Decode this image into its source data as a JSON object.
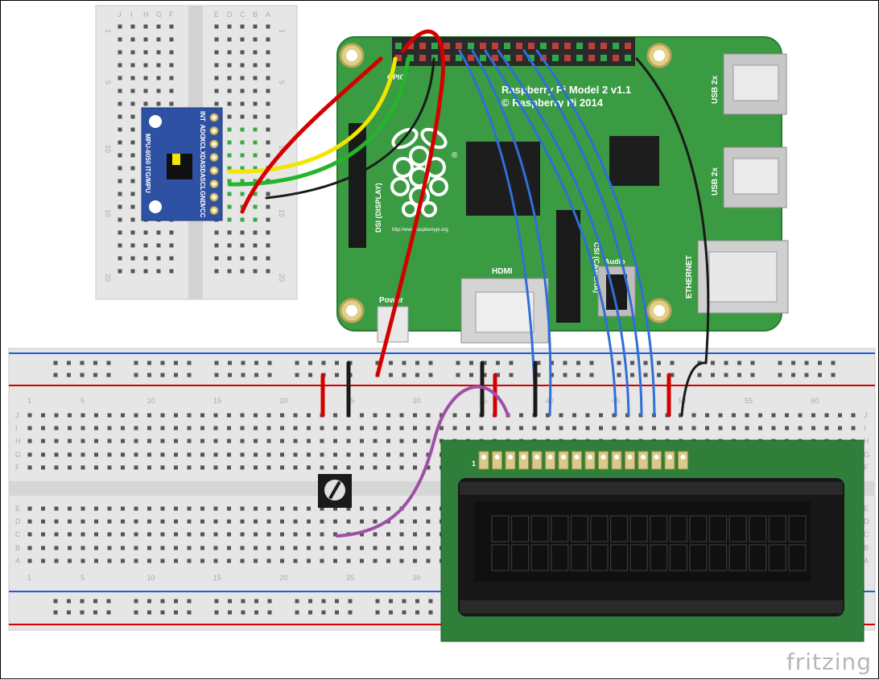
{
  "colors": {
    "pi_board": "#3a9b43",
    "pi_board_dark": "#2c7a34",
    "breadboard": "#e6e6e6",
    "wire_red": "#d40000",
    "wire_black": "#1a1a1a",
    "wire_yellow": "#f2e500",
    "wire_green": "#25b42c",
    "wire_blue": "#2f6fd6",
    "wire_purple": "#a04fa8",
    "lcd_board": "#2f7f3a",
    "rail_red": "#d40000",
    "rail_blue": "#1f5fd0"
  },
  "pi": {
    "title": "Raspberry Pi Model 2 v1.1",
    "copyright": "© Raspberry Pi 2014",
    "gpio_label": "GPIO",
    "dsi_label": "DSI (DISPLAY)",
    "url": "http://www.raspberrypi.org",
    "hdmi_label": "HDMI",
    "power_label": "Power",
    "camera_label": "CSI (CAMERA)",
    "audio_label": "Audio",
    "ethernet_label": "ETHERNET",
    "usb_label_1": "USB 2x",
    "usb_label_2": "USB 2x"
  },
  "sensor": {
    "name": "MPU-6050 ITG/MPU",
    "pins": [
      "INT",
      "ADO",
      "XCL",
      "XDA",
      "SDA",
      "SCL",
      "GND",
      "VCC"
    ]
  },
  "small_breadboard": {
    "col_letters": [
      "J",
      "I",
      "H",
      "G",
      "F",
      "E",
      "D",
      "C",
      "B",
      "A"
    ],
    "row_numbers": [
      "1",
      "5",
      "10",
      "15",
      "20"
    ]
  },
  "main_breadboard": {
    "col_numbers": [
      "1",
      "5",
      "10",
      "15",
      "20",
      "25",
      "30",
      "35",
      "40",
      "45",
      "50",
      "55",
      "60"
    ],
    "top_letters": [
      "J",
      "I",
      "H",
      "G",
      "F"
    ],
    "bottom_letters": [
      "E",
      "D",
      "C",
      "B",
      "A"
    ]
  },
  "lcd": {
    "pin1_label": "1"
  },
  "brand": {
    "watermark": "fritzing"
  }
}
